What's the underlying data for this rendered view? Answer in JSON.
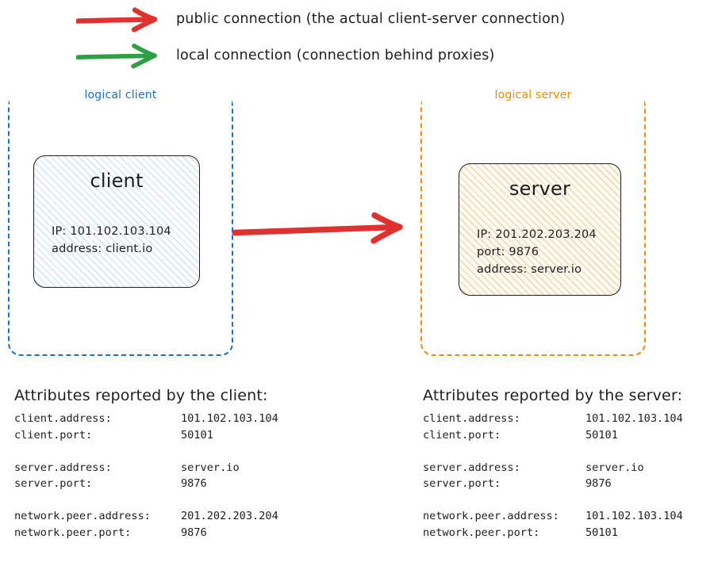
{
  "legend": [
    {
      "icon": "red-arrow-icon",
      "color": "#e03131",
      "label": "public connection (the actual client-server connection)"
    },
    {
      "icon": "green-arrow-icon",
      "color": "#2f9e44",
      "label": "local connection (connection behind proxies)"
    }
  ],
  "diagram": {
    "client_group": {
      "label": "logical client",
      "color": "#1971c2",
      "node": {
        "title": "client",
        "lines": [
          "IP: 101.102.103.104",
          "address: client.io"
        ],
        "fill": "#cfe3f5",
        "border": "#1e1e1e"
      }
    },
    "server_group": {
      "label": "logical server",
      "color": "#f08c00",
      "node": {
        "title": "server",
        "lines": [
          "IP: 201.202.203.204",
          "port: 9876",
          "address: server.io"
        ],
        "fill": "#f3d2ac",
        "border": "#1e1e1e"
      }
    },
    "connection_arrow": {
      "icon": "red-arrow-icon",
      "color": "#e03131",
      "from": "client",
      "to": "server"
    }
  },
  "attributes": {
    "client": {
      "heading": "Attributes reported by the client:",
      "groups": [
        [
          {
            "key": "client.address:",
            "value": "101.102.103.104"
          },
          {
            "key": "client.port:",
            "value": "50101"
          }
        ],
        [
          {
            "key": "server.address:",
            "value": "server.io"
          },
          {
            "key": "server.port:",
            "value": "9876"
          }
        ],
        [
          {
            "key": "network.peer.address:",
            "value": "201.202.203.204"
          },
          {
            "key": "network.peer.port:",
            "value": "9876"
          }
        ]
      ]
    },
    "server": {
      "heading": "Attributes reported by the server:",
      "groups": [
        [
          {
            "key": "client.address:",
            "value": "101.102.103.104"
          },
          {
            "key": "client.port:",
            "value": "50101"
          }
        ],
        [
          {
            "key": "server.address:",
            "value": "server.io"
          },
          {
            "key": "server.port:",
            "value": "9876"
          }
        ],
        [
          {
            "key": "network.peer.address:",
            "value": "101.102.103.104"
          },
          {
            "key": "network.peer.port:",
            "value": "50101"
          }
        ]
      ]
    }
  }
}
